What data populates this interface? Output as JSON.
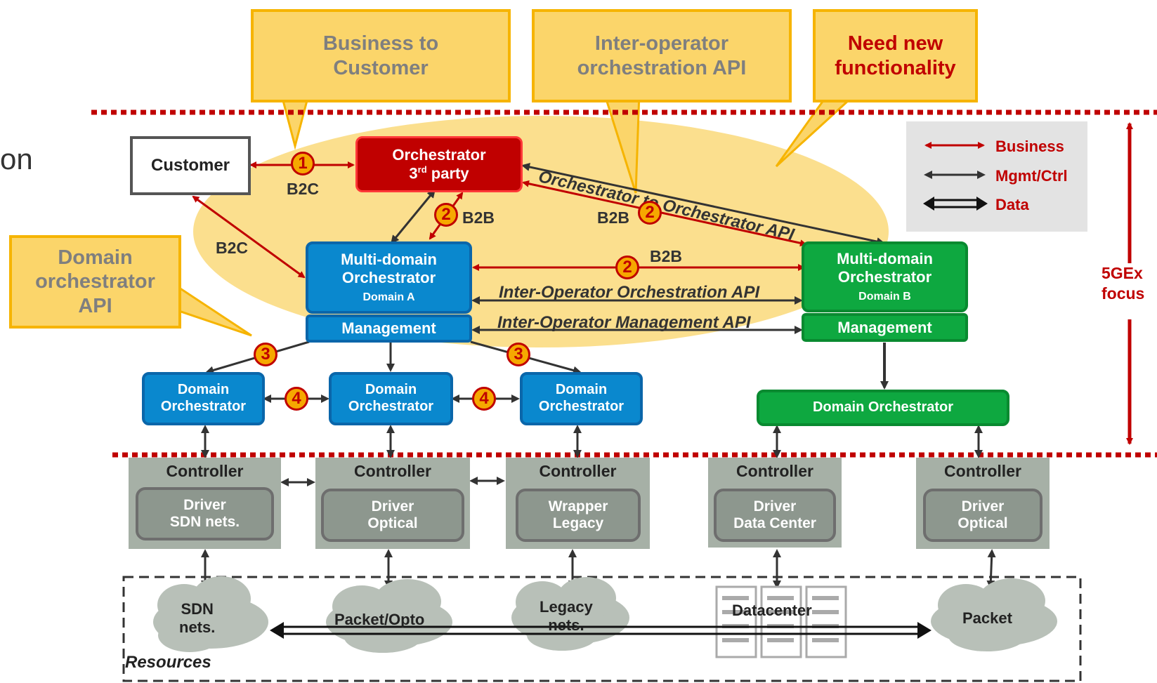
{
  "left_text": "on",
  "callouts": {
    "b2c": [
      "Business to",
      "Customer"
    ],
    "inter_operator": [
      "Inter-operator",
      "orchestration API"
    ],
    "need_new": [
      "Need new",
      "functionality"
    ],
    "domain_api": [
      "Domain",
      "orchestrator",
      "API"
    ]
  },
  "customer": "Customer",
  "orch3": {
    "line1": "Orchestrator",
    "line2_main": "3",
    "line2_sup": "rd",
    "line2_rest": " party"
  },
  "mdo_a": {
    "title1": "Multi-domain",
    "title2": "Orchestrator",
    "domain": "Domain A",
    "mgmt": "Management"
  },
  "mdo_b": {
    "title1": "Multi-domain",
    "title2": "Orchestrator",
    "domain": "Domain B",
    "mgmt": "Management"
  },
  "domain_orch": {
    "line1": "Domain",
    "line2": "Orchestrator",
    "green": "Domain Orchestrator"
  },
  "labels": {
    "b2c_top": "B2C",
    "b2c_left": "B2C",
    "b2b_mid": "B2B",
    "b2b_right": "B2B",
    "b2b_between": "B2B",
    "o2o_api": "Orchestrator to Orchestrator API",
    "inter_orch_api": "Inter-Operator Orchestration API",
    "inter_mgmt_api": "Inter-Operator Management API"
  },
  "badges": [
    "1",
    "2",
    "2",
    "2",
    "3",
    "3",
    "4",
    "4"
  ],
  "legend": {
    "business": "Business",
    "mgmt": "Mgmt/Ctrl",
    "data": "Data"
  },
  "focus": [
    "5GEx",
    "focus"
  ],
  "controllers": [
    {
      "title": "Controller",
      "inner1": "Driver",
      "inner2": "SDN nets."
    },
    {
      "title": "Controller",
      "inner1": "Driver",
      "inner2": "Optical"
    },
    {
      "title": "Controller",
      "inner1": "Wrapper",
      "inner2": "Legacy"
    },
    {
      "title": "Controller",
      "inner1": "Driver",
      "inner2": "Data Center"
    },
    {
      "title": "Controller",
      "inner1": "Driver",
      "inner2": "Optical"
    }
  ],
  "resources": {
    "label": "Resources",
    "sdn": [
      "SDN",
      "nets."
    ],
    "packet_opto": "Packet/Opto",
    "legacy": [
      "Legacy",
      "nets."
    ],
    "datacenter": "Datacenter",
    "packet": "Packet"
  },
  "colors": {
    "business": "#c00000",
    "mgmt": "#333333",
    "blue": "#0a88ce",
    "green": "#0ea840",
    "callout": "#fbd56a",
    "ellipse": "#fbdf8e"
  }
}
